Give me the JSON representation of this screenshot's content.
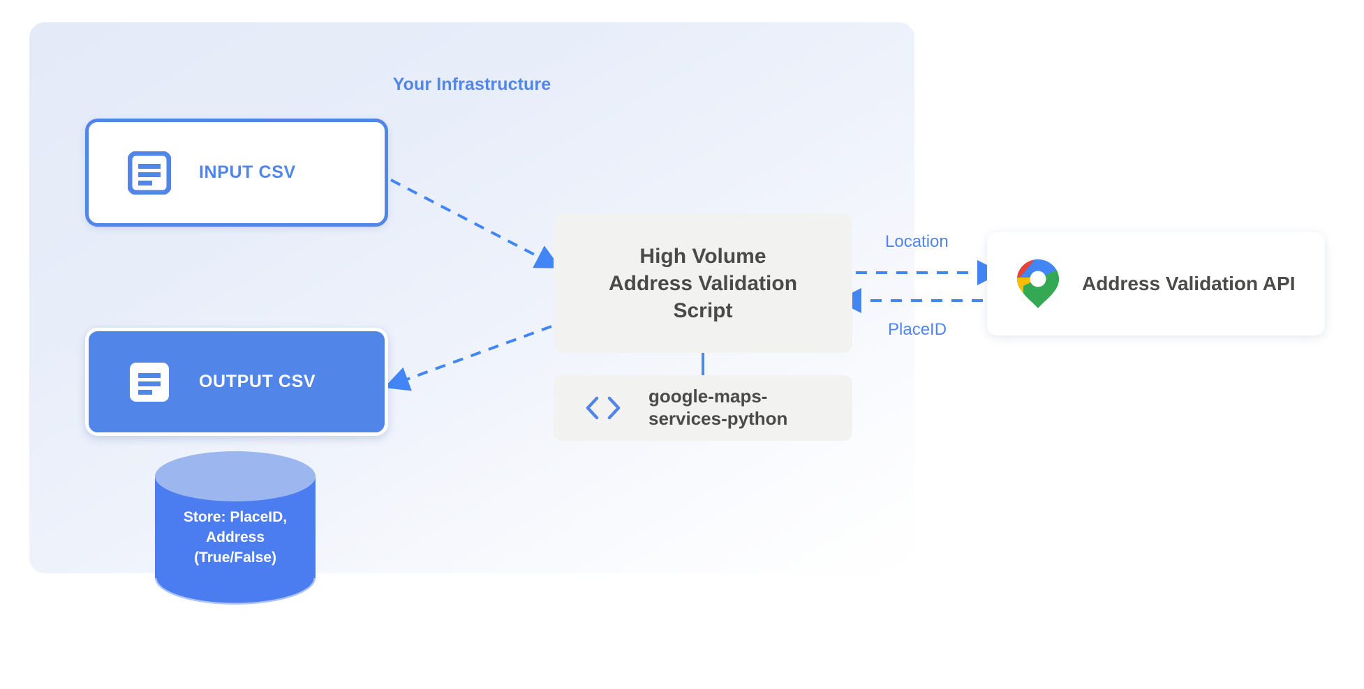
{
  "panel": {
    "title": "Your Infrastructure"
  },
  "nodes": {
    "input_csv": {
      "label": "INPUT CSV",
      "icon": "document-icon"
    },
    "output_csv": {
      "label": "OUTPUT CSV",
      "icon": "document-icon"
    },
    "script": {
      "line1": "High Volume",
      "line2": "Address Validation",
      "line3": "Script"
    },
    "library": {
      "line1": "google-maps-",
      "line2": "services-python",
      "icon": "code-brackets-icon"
    },
    "api": {
      "label": "Address Validation API",
      "icon": "google-maps-pin-icon"
    },
    "database": {
      "line1": "Store: PlaceID,",
      "line2": "Address",
      "line3": "(True/False)",
      "icon": "database-cylinder-icon"
    }
  },
  "edges": {
    "location_label": "Location",
    "placeid_label": "PlaceID"
  },
  "colors": {
    "accent_blue": "#5285e8",
    "panel_bg": "#e7edf9",
    "card_grey": "#f2f2f0",
    "text_dark": "#4a4a48",
    "db_body": "#4c7df0",
    "db_top": "#9cb6f0",
    "pin_blue": "#4285f4",
    "pin_red": "#ea4335",
    "pin_yellow": "#fbbc04",
    "pin_green": "#34a853"
  }
}
